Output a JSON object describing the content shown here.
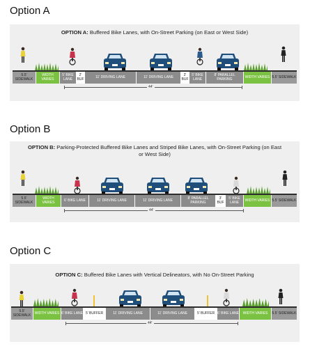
{
  "options": [
    {
      "heading": "Option A",
      "caption_bold": "OPTION A:",
      "caption_rest": " Buffered Bike Lanes, with On-Street Parking (on East or West Side)",
      "dimension": "44'",
      "segments": [
        {
          "label": "5.5' SIDEWALK",
          "kind": "sidewalk"
        },
        {
          "label": "WIDTH VARIES",
          "kind": "varies"
        },
        {
          "label": "5' BIKE LANE",
          "kind": "bike"
        },
        {
          "label": "2' BUF",
          "kind": "buffer"
        },
        {
          "label": "11' DRIVING LANE",
          "kind": "drive"
        },
        {
          "label": "11' DRIVING LANE",
          "kind": "drive"
        },
        {
          "label": "2' BUF",
          "kind": "buffer"
        },
        {
          "label": "5' BIKE LANE",
          "kind": "bike"
        },
        {
          "label": "8' PARALLEL PARKING",
          "kind": "parking"
        },
        {
          "label": "WIDTH VARIES",
          "kind": "varies"
        },
        {
          "label": "5.5' SIDEWALK",
          "kind": "sidewalk"
        }
      ]
    },
    {
      "heading": "Option B",
      "caption_bold": "OPTION B:",
      "caption_rest": " Parking-Protected Buffered Bike Lanes and Striped Bike Lanes, with On-Street Parking (on East or West Side)",
      "dimension": "44'",
      "segments": [
        {
          "label": "5.5' SIDEWALK",
          "kind": "sidewalk"
        },
        {
          "label": "WIDTH VARIES",
          "kind": "varies"
        },
        {
          "label": "6' BIKE LANE",
          "kind": "bike"
        },
        {
          "label": "11' DRIVING LANE",
          "kind": "drive"
        },
        {
          "label": "11' DRIVING LANE",
          "kind": "drive"
        },
        {
          "label": "8' PARALLEL PARKING",
          "kind": "parking"
        },
        {
          "label": "3' BUF",
          "kind": "buffer"
        },
        {
          "label": "5' BIKE LANE",
          "kind": "bike"
        },
        {
          "label": "WIDTH VARIES",
          "kind": "varies"
        },
        {
          "label": "5.5' SIDEWALK",
          "kind": "sidewalk"
        }
      ]
    },
    {
      "heading": "Option C",
      "caption_bold": "OPTION C:",
      "caption_rest": " Buffered Bike Lanes with Vertical Delineators, with No On-Street Parking",
      "dimension": "44'",
      "segments": [
        {
          "label": "5.5' SIDEWALK",
          "kind": "sidewalk"
        },
        {
          "label": "WIDTH VARIES",
          "kind": "varies"
        },
        {
          "label": "6' BIKE LANE",
          "kind": "bike"
        },
        {
          "label": "5' BUFFER",
          "kind": "buffer"
        },
        {
          "label": "11' DRIVING LANE",
          "kind": "drive"
        },
        {
          "label": "11' DRIVING LANE",
          "kind": "drive"
        },
        {
          "label": "5' BUFFER",
          "kind": "buffer"
        },
        {
          "label": "6' BIKE LANE",
          "kind": "bike"
        },
        {
          "label": "WIDTH VARIES",
          "kind": "varies"
        },
        {
          "label": "5.5' SIDEWALK",
          "kind": "sidewalk"
        }
      ]
    }
  ],
  "colors": {
    "panel": "#efefef",
    "pavement": "#8c8c8c",
    "sidewalk": "#9a9a9a",
    "planting": "#7cc242",
    "car": "#1f4e7a",
    "delineator": "#f2c230"
  },
  "icons": [
    "pedestrian-icon",
    "cyclist-icon",
    "car-icon",
    "grass-icon",
    "delineator-icon"
  ]
}
